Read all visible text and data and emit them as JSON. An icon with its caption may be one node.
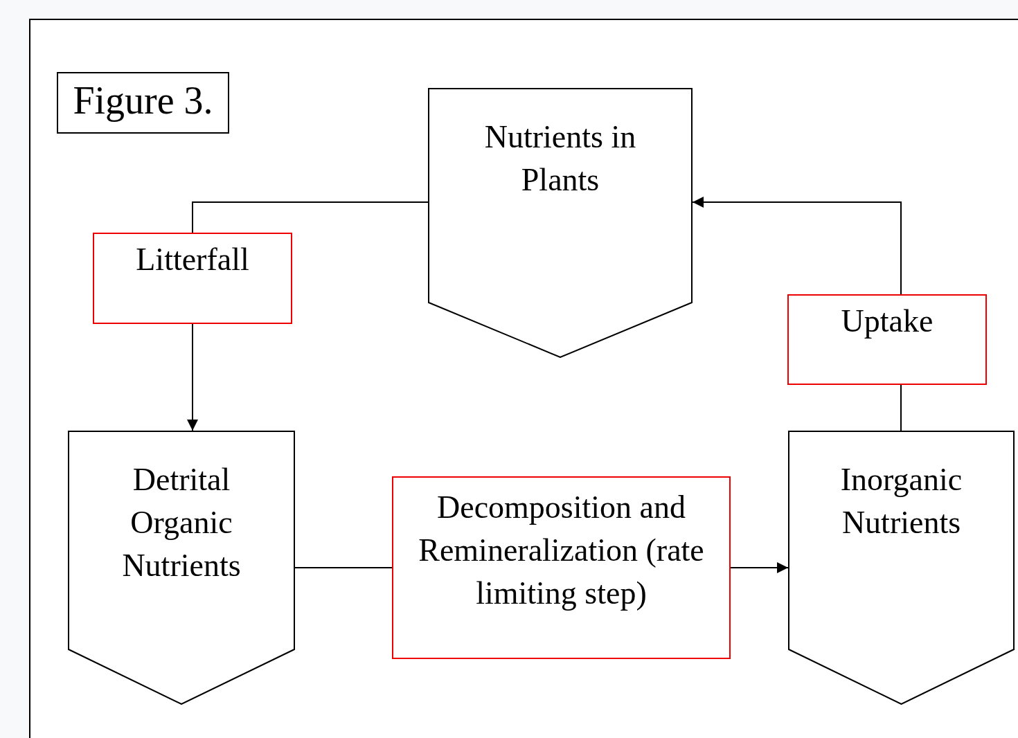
{
  "diagram": {
    "nodes": [
      {
        "text": [
          "Figure 3."
        ]
      },
      {
        "text": [
          "Nutrients in Plants"
        ]
      },
      {
        "text": [
          "Litterfall"
        ]
      },
      {
        "text": [
          "Detrital Organic Nutrients"
        ]
      },
      {
        "text": [
          "Decomposition and Remineralization (rate limiting step)"
        ]
      },
      {
        "text": [
          "Inorganic Nutrients"
        ]
      },
      {
        "text": [
          "Uptake"
        ]
      }
    ],
    "edges": [
      {
        "from": 1,
        "to": 2,
        "arrow": "none"
      },
      {
        "from": 2,
        "to": 3,
        "arrow": "to"
      },
      {
        "from": 3,
        "to": 4,
        "arrow": "none"
      },
      {
        "from": 4,
        "to": 5,
        "arrow": "to"
      },
      {
        "from": 5,
        "to": 6,
        "arrow": "none"
      },
      {
        "from": 6,
        "to": 1,
        "arrow": "to"
      }
    ]
  }
}
